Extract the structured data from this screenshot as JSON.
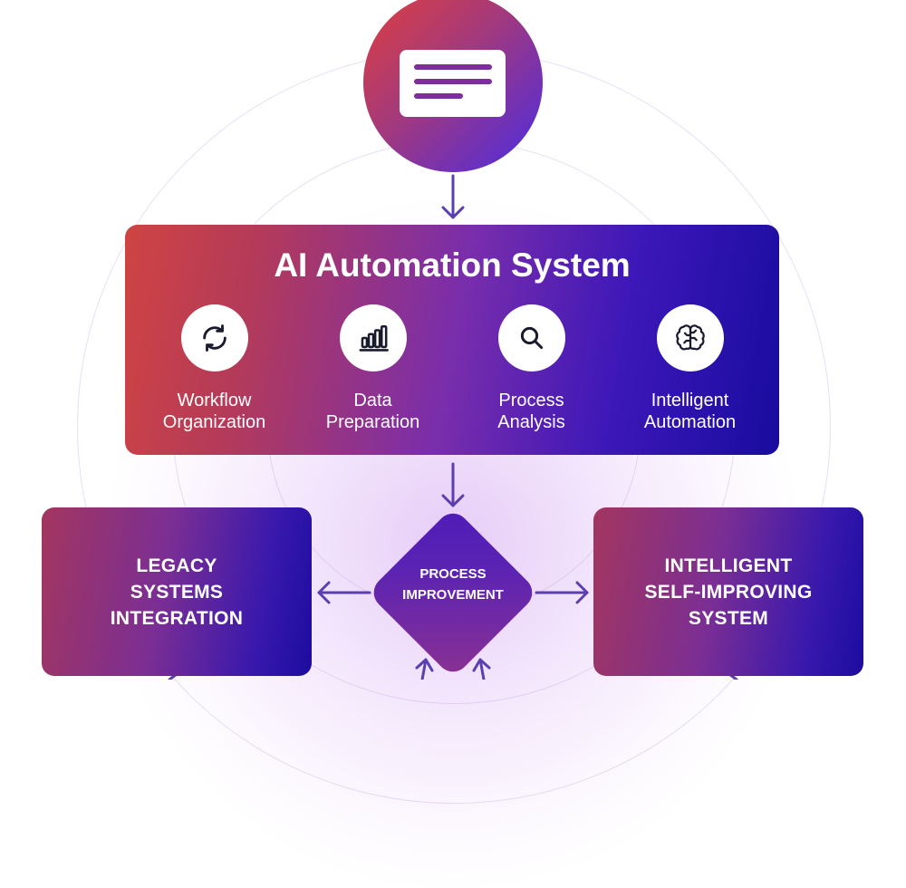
{
  "main": {
    "title": "AI Automation System",
    "steps": [
      {
        "label": "Workflow\nOrganization",
        "icon": "refresh-icon"
      },
      {
        "label": "Data\nPreparation",
        "icon": "bar-chart-icon"
      },
      {
        "label": "Process\nAnalysis",
        "icon": "search-icon"
      },
      {
        "label": "Intelligent\nAutomation",
        "icon": "brain-icon"
      }
    ]
  },
  "left_box": {
    "label": "LEGACY\nSYSTEMS\nINTEGRATION"
  },
  "center": {
    "label": "PROCESS\nIMPROVEMENT"
  },
  "right_box": {
    "label": "INTELLIGENT\nSELF-IMPROVING\nSYSTEM"
  },
  "source": {
    "icon": "document-icon"
  },
  "colors": {
    "gradient_red": "#cf4442",
    "gradient_purple": "#7a2eab",
    "gradient_blue": "#180c9e",
    "arrow": "#5b3fb0"
  }
}
